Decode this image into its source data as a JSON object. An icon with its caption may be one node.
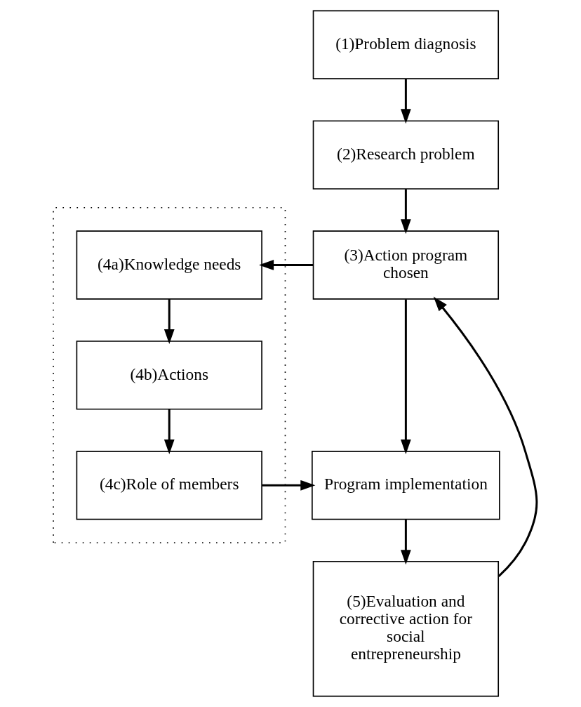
{
  "diagram": {
    "nodes": [
      {
        "text": [
          "(1)Problem diagnosis"
        ]
      },
      {
        "text": [
          "(2)Research problem"
        ]
      },
      {
        "text": [
          "(3)Action program chosen"
        ]
      },
      {
        "text": [],
        "shape": "box"
      },
      {
        "text": [
          "(4a)Knowledge needs"
        ],
        "in": 3
      },
      {
        "text": [
          "(4b)Actions"
        ],
        "in": 3
      },
      {
        "text": [
          "(4c)Role of members"
        ],
        "in": 3
      },
      {
        "text": [
          "Program implementation"
        ]
      },
      {
        "text": [
          "(5)Evaluation and corrective action for social entrepreneurship"
        ]
      }
    ],
    "edges": [
      {
        "from": 0,
        "to": 1,
        "arrow": "to"
      },
      {
        "from": 1,
        "to": 2,
        "arrow": "to"
      },
      {
        "from": 2,
        "to": 4,
        "arrow": "to"
      },
      {
        "from": 4,
        "to": 5,
        "arrow": "to"
      },
      {
        "from": 5,
        "to": 6,
        "arrow": "to"
      },
      {
        "from": 6,
        "to": 7,
        "arrow": "to"
      },
      {
        "from": 2,
        "to": 7,
        "arrow": "to"
      },
      {
        "from": 7,
        "to": 8,
        "arrow": "to"
      },
      {
        "from": 8,
        "to": 2,
        "arrow": "to"
      }
    ]
  }
}
